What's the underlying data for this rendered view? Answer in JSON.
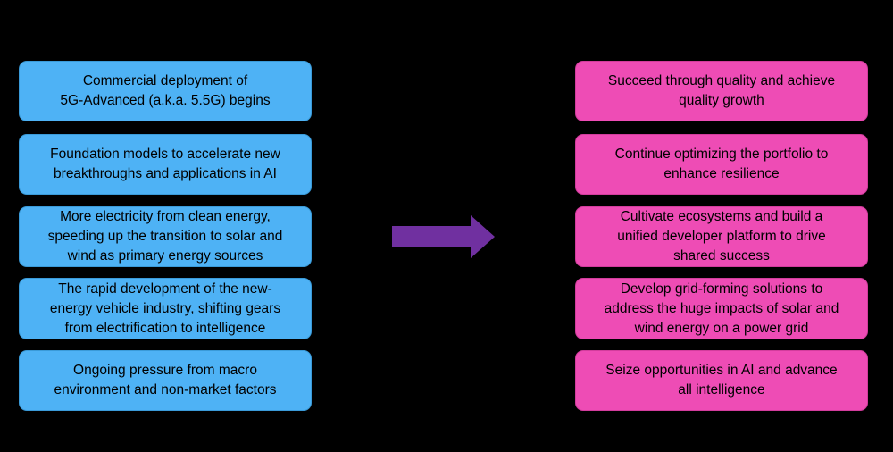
{
  "left_boxes": [
    {
      "lines": [
        "Commercial deployment of",
        "5G-Advanced (a.k.a. 5.5G) begins"
      ]
    },
    {
      "lines": [
        "Foundation models to accelerate new",
        "breakthroughs and applications in AI"
      ]
    },
    {
      "lines": [
        "More electricity from clean energy,",
        "speeding up the transition to solar and",
        "wind as primary energy sources"
      ]
    },
    {
      "lines": [
        "The rapid development of the new-",
        "energy vehicle industry, shifting gears",
        "from electrification to intelligence"
      ]
    },
    {
      "lines": [
        "Ongoing pressure from macro",
        "environment and non-market factors"
      ]
    }
  ],
  "right_boxes": [
    {
      "lines": [
        "Succeed through quality and achieve",
        "quality growth"
      ]
    },
    {
      "lines": [
        "Continue optimizing the portfolio to",
        "enhance resilience"
      ]
    },
    {
      "lines": [
        "Cultivate ecosystems and build a",
        "unified developer platform to drive",
        "shared success"
      ]
    },
    {
      "lines": [
        "Develop grid-forming solutions to",
        "address the huge impacts of solar and",
        "wind energy on a power grid"
      ]
    },
    {
      "lines": [
        "Seize opportunities in AI and advance",
        "all intelligence"
      ]
    }
  ],
  "colors": {
    "background": "#000000",
    "left_box": "#4eb2f5",
    "right_box": "#ee4cb5",
    "arrow": "#7030a0"
  },
  "icons": {
    "arrow": "right-arrow-icon"
  }
}
